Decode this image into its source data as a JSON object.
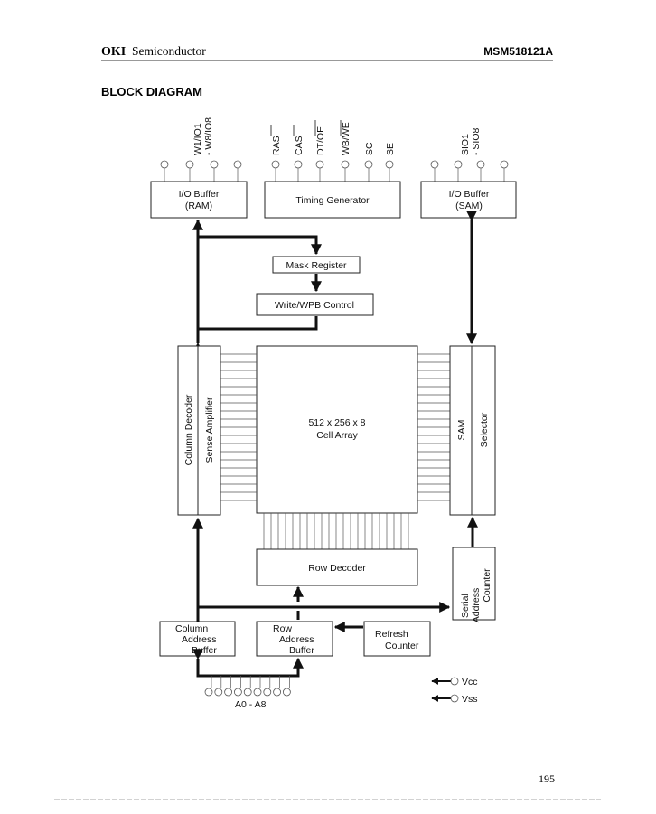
{
  "header": {
    "logo": "OKI",
    "company": "Semiconductor",
    "part_number": "MSM518121A"
  },
  "section_title": "BLOCK DIAGRAM",
  "pins": {
    "ram_io": [
      "W1/IO1",
      "- W8/IO8"
    ],
    "timing": [
      "RAS",
      "CAS",
      "DT/OE",
      "WB/WE",
      "SC",
      "SE"
    ],
    "sam_io": [
      "SIO1",
      "- SIO8"
    ],
    "address": "A0 - A8",
    "vcc": "Vcc",
    "vss": "Vss"
  },
  "blocks": {
    "io_buffer_ram": [
      "I/O Buffer",
      "(RAM)"
    ],
    "timing_generator": "Timing Generator",
    "io_buffer_sam": [
      "I/O Buffer",
      "(SAM)"
    ],
    "mask_register": "Mask Register",
    "write_control": "Write/WPB Control",
    "column_decoder": "Column Decoder",
    "sense_amplifier": "Sense Amplifier",
    "cell_array": [
      "512 x 256 x 8",
      "Cell Array"
    ],
    "sam": "SAM",
    "selector": "Selector",
    "row_decoder": "Row Decoder",
    "serial_address_counter": [
      "Serial",
      "Address",
      "Counter"
    ],
    "column_address_buffer": [
      "Column",
      "Address",
      "Buffer"
    ],
    "row_address_buffer": [
      "Row",
      "Address",
      "Buffer"
    ],
    "refresh_counter": [
      "Refresh",
      "Counter"
    ]
  },
  "page_number": "195"
}
